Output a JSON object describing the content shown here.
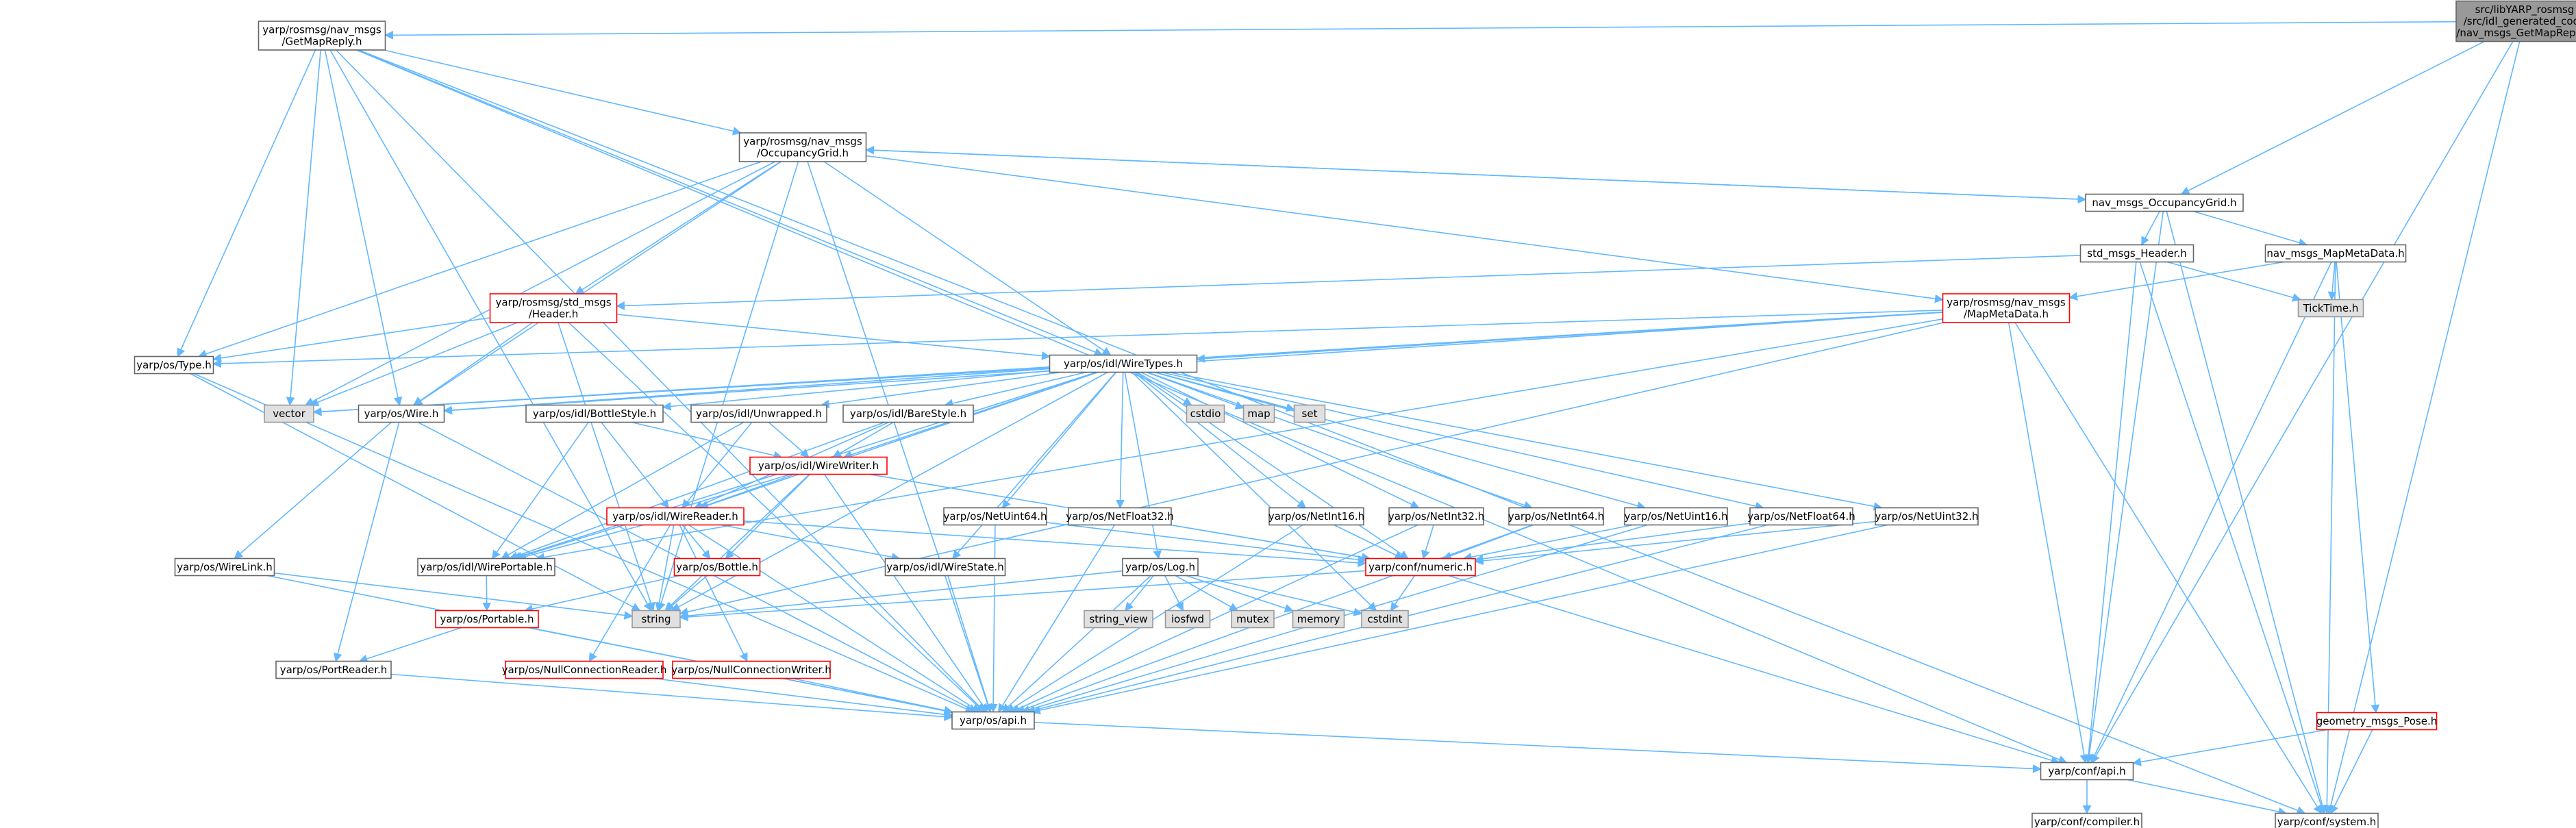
{
  "colors": {
    "edge": "#63b8ff",
    "root_fill": "#999999",
    "normal_border": "#666666",
    "red_border": "#ff0000",
    "system_fill": "#e0e0e0",
    "system_border": "#999999"
  },
  "nodes": [
    {
      "id": "root",
      "lines": [
        "src/libYARP_rosmsg",
        "/src/idl_generated_code",
        "/nav_msgs_GetMapReply.h"
      ],
      "style": "root"
    },
    {
      "id": "getmapreply",
      "lines": [
        "yarp/rosmsg/nav_msgs",
        "/GetMapReply.h"
      ],
      "style": "normal"
    },
    {
      "id": "occgrid",
      "lines": [
        "yarp/rosmsg/nav_msgs",
        "/OccupancyGrid.h"
      ],
      "style": "normal"
    },
    {
      "id": "navocc",
      "lines": [
        "nav_msgs_OccupancyGrid.h"
      ],
      "style": "normal"
    },
    {
      "id": "stdheader",
      "lines": [
        "std_msgs_Header.h"
      ],
      "style": "normal"
    },
    {
      "id": "navmeta",
      "lines": [
        "nav_msgs_MapMetaData.h"
      ],
      "style": "normal"
    },
    {
      "id": "ticktime",
      "lines": [
        "TickTime.h"
      ],
      "style": "system"
    },
    {
      "id": "rosheader",
      "lines": [
        "yarp/rosmsg/std_msgs",
        "/Header.h"
      ],
      "style": "red"
    },
    {
      "id": "rosmeta",
      "lines": [
        "yarp/rosmsg/nav_msgs",
        "/MapMetaData.h"
      ],
      "style": "red"
    },
    {
      "id": "type",
      "lines": [
        "yarp/os/Type.h"
      ],
      "style": "normal"
    },
    {
      "id": "wiretypes",
      "lines": [
        "yarp/os/idl/WireTypes.h"
      ],
      "style": "normal"
    },
    {
      "id": "vector",
      "lines": [
        "vector"
      ],
      "style": "system"
    },
    {
      "id": "wire",
      "lines": [
        "yarp/os/Wire.h"
      ],
      "style": "normal"
    },
    {
      "id": "cstdio",
      "lines": [
        "cstdio"
      ],
      "style": "system"
    },
    {
      "id": "map",
      "lines": [
        "map"
      ],
      "style": "system"
    },
    {
      "id": "set",
      "lines": [
        "set"
      ],
      "style": "system"
    },
    {
      "id": "bottlestyle",
      "lines": [
        "yarp/os/idl/BottleStyle.h"
      ],
      "style": "normal"
    },
    {
      "id": "unwrapped",
      "lines": [
        "yarp/os/idl/Unwrapped.h"
      ],
      "style": "normal"
    },
    {
      "id": "barestyle",
      "lines": [
        "yarp/os/idl/BareStyle.h"
      ],
      "style": "normal"
    },
    {
      "id": "wirewriter",
      "lines": [
        "yarp/os/idl/WireWriter.h"
      ],
      "style": "red"
    },
    {
      "id": "wirereader",
      "lines": [
        "yarp/os/idl/WireReader.h"
      ],
      "style": "red"
    },
    {
      "id": "netuint64",
      "lines": [
        "yarp/os/NetUint64.h"
      ],
      "style": "normal"
    },
    {
      "id": "netfloat32",
      "lines": [
        "yarp/os/NetFloat32.h"
      ],
      "style": "normal"
    },
    {
      "id": "netint16",
      "lines": [
        "yarp/os/NetInt16.h"
      ],
      "style": "normal"
    },
    {
      "id": "netint32",
      "lines": [
        "yarp/os/NetInt32.h"
      ],
      "style": "normal"
    },
    {
      "id": "netint64",
      "lines": [
        "yarp/os/NetInt64.h"
      ],
      "style": "normal"
    },
    {
      "id": "netuint16",
      "lines": [
        "yarp/os/NetUint16.h"
      ],
      "style": "normal"
    },
    {
      "id": "netfloat64",
      "lines": [
        "yarp/os/NetFloat64.h"
      ],
      "style": "normal"
    },
    {
      "id": "netuint32",
      "lines": [
        "yarp/os/NetUint32.h"
      ],
      "style": "normal"
    },
    {
      "id": "wirelink",
      "lines": [
        "yarp/os/WireLink.h"
      ],
      "style": "normal"
    },
    {
      "id": "wireportable",
      "lines": [
        "yarp/os/idl/WirePortable.h"
      ],
      "style": "normal"
    },
    {
      "id": "bottle",
      "lines": [
        "yarp/os/Bottle.h"
      ],
      "style": "red"
    },
    {
      "id": "wirestate",
      "lines": [
        "yarp/os/idl/WireState.h"
      ],
      "style": "normal"
    },
    {
      "id": "log",
      "lines": [
        "yarp/os/Log.h"
      ],
      "style": "normal"
    },
    {
      "id": "numeric",
      "lines": [
        "yarp/conf/numeric.h"
      ],
      "style": "red"
    },
    {
      "id": "string",
      "lines": [
        "string"
      ],
      "style": "system"
    },
    {
      "id": "string_view",
      "lines": [
        "string_view"
      ],
      "style": "system"
    },
    {
      "id": "iosfwd",
      "lines": [
        "iosfwd"
      ],
      "style": "system"
    },
    {
      "id": "mutex",
      "lines": [
        "mutex"
      ],
      "style": "system"
    },
    {
      "id": "memory",
      "lines": [
        "memory"
      ],
      "style": "system"
    },
    {
      "id": "cstdint",
      "lines": [
        "cstdint"
      ],
      "style": "system"
    },
    {
      "id": "portable",
      "lines": [
        "yarp/os/Portable.h"
      ],
      "style": "red"
    },
    {
      "id": "portreader",
      "lines": [
        "yarp/os/PortReader.h"
      ],
      "style": "normal"
    },
    {
      "id": "nullconnreader",
      "lines": [
        "yarp/os/NullConnectionReader.h"
      ],
      "style": "red"
    },
    {
      "id": "nullconnwriter",
      "lines": [
        "yarp/os/NullConnectionWriter.h"
      ],
      "style": "red"
    },
    {
      "id": "osapi",
      "lines": [
        "yarp/os/api.h"
      ],
      "style": "normal"
    },
    {
      "id": "geopose",
      "lines": [
        "geometry_msgs_Pose.h"
      ],
      "style": "red"
    },
    {
      "id": "confapi",
      "lines": [
        "yarp/conf/api.h"
      ],
      "style": "normal"
    },
    {
      "id": "compiler",
      "lines": [
        "yarp/conf/compiler.h"
      ],
      "style": "normal"
    },
    {
      "id": "system",
      "lines": [
        "yarp/conf/system.h"
      ],
      "style": "normal"
    }
  ],
  "edges": [
    [
      "root",
      "getmapreply"
    ],
    [
      "root",
      "navocc"
    ],
    [
      "root",
      "confapi"
    ],
    [
      "root",
      "system"
    ],
    [
      "getmapreply",
      "occgrid"
    ],
    [
      "getmapreply",
      "type"
    ],
    [
      "getmapreply",
      "wiretypes"
    ],
    [
      "getmapreply",
      "vector"
    ],
    [
      "getmapreply",
      "wire"
    ],
    [
      "getmapreply",
      "string"
    ],
    [
      "getmapreply",
      "confapi"
    ],
    [
      "getmapreply",
      "system"
    ],
    [
      "getmapreply",
      "osapi"
    ],
    [
      "occgrid",
      "rosheader"
    ],
    [
      "occgrid",
      "rosmeta"
    ],
    [
      "occgrid",
      "type"
    ],
    [
      "occgrid",
      "wiretypes"
    ],
    [
      "occgrid",
      "vector"
    ],
    [
      "occgrid",
      "wire"
    ],
    [
      "occgrid",
      "string"
    ],
    [
      "occgrid",
      "navocc"
    ],
    [
      "occgrid",
      "osapi"
    ],
    [
      "navocc",
      "stdheader"
    ],
    [
      "navocc",
      "navmeta"
    ],
    [
      "navocc",
      "confapi"
    ],
    [
      "navocc",
      "system"
    ],
    [
      "navocc",
      "occgrid"
    ],
    [
      "stdheader",
      "ticktime"
    ],
    [
      "stdheader",
      "rosheader"
    ],
    [
      "stdheader",
      "confapi"
    ],
    [
      "stdheader",
      "system"
    ],
    [
      "navmeta",
      "ticktime"
    ],
    [
      "navmeta",
      "rosmeta"
    ],
    [
      "navmeta",
      "geopose"
    ],
    [
      "navmeta",
      "confapi"
    ],
    [
      "navmeta",
      "system"
    ],
    [
      "rosheader",
      "type"
    ],
    [
      "rosheader",
      "wiretypes"
    ],
    [
      "rosheader",
      "vector"
    ],
    [
      "rosheader",
      "wire"
    ],
    [
      "rosheader",
      "string"
    ],
    [
      "rosheader",
      "osapi"
    ],
    [
      "rosmeta",
      "type"
    ],
    [
      "rosmeta",
      "wiretypes"
    ],
    [
      "rosmeta",
      "vector"
    ],
    [
      "rosmeta",
      "wire"
    ],
    [
      "rosmeta",
      "string"
    ],
    [
      "rosmeta",
      "confapi"
    ],
    [
      "rosmeta",
      "system"
    ],
    [
      "rosmeta",
      "wireportable"
    ],
    [
      "type",
      "string"
    ],
    [
      "type",
      "osapi"
    ],
    [
      "wiretypes",
      "vector"
    ],
    [
      "wiretypes",
      "wire"
    ],
    [
      "wiretypes",
      "cstdio"
    ],
    [
      "wiretypes",
      "map"
    ],
    [
      "wiretypes",
      "set"
    ],
    [
      "wiretypes",
      "bottlestyle"
    ],
    [
      "wiretypes",
      "unwrapped"
    ],
    [
      "wiretypes",
      "barestyle"
    ],
    [
      "wiretypes",
      "wirewriter"
    ],
    [
      "wiretypes",
      "wirereader"
    ],
    [
      "wiretypes",
      "netuint64"
    ],
    [
      "wiretypes",
      "netfloat32"
    ],
    [
      "wiretypes",
      "netint16"
    ],
    [
      "wiretypes",
      "netint32"
    ],
    [
      "wiretypes",
      "netint64"
    ],
    [
      "wiretypes",
      "netuint16"
    ],
    [
      "wiretypes",
      "netfloat64"
    ],
    [
      "wiretypes",
      "netuint32"
    ],
    [
      "wiretypes",
      "wireportable"
    ],
    [
      "wiretypes",
      "wirestate"
    ],
    [
      "wiretypes",
      "log"
    ],
    [
      "wiretypes",
      "string"
    ],
    [
      "wiretypes",
      "cstdint"
    ],
    [
      "wiretypes",
      "numeric"
    ],
    [
      "wire",
      "wirelink"
    ],
    [
      "wire",
      "portreader"
    ],
    [
      "wire",
      "osapi"
    ],
    [
      "wirelink",
      "osapi"
    ],
    [
      "wirelink",
      "string"
    ],
    [
      "bottlestyle",
      "wirewriter"
    ],
    [
      "bottlestyle",
      "wirereader"
    ],
    [
      "bottlestyle",
      "wireportable"
    ],
    [
      "unwrapped",
      "wirewriter"
    ],
    [
      "unwrapped",
      "wirereader"
    ],
    [
      "unwrapped",
      "wireportable"
    ],
    [
      "barestyle",
      "wirewriter"
    ],
    [
      "barestyle",
      "wirereader"
    ],
    [
      "barestyle",
      "wireportable"
    ],
    [
      "wirewriter",
      "wirereader"
    ],
    [
      "wirewriter",
      "wireportable"
    ],
    [
      "wirewriter",
      "bottle"
    ],
    [
      "wirewriter",
      "numeric"
    ],
    [
      "wirewriter",
      "string"
    ],
    [
      "wirewriter",
      "osapi"
    ],
    [
      "wirereader",
      "wireportable"
    ],
    [
      "wirereader",
      "bottle"
    ],
    [
      "wirereader",
      "wirestate"
    ],
    [
      "wirereader",
      "numeric"
    ],
    [
      "wirereader",
      "string"
    ],
    [
      "wirereader",
      "nullconnreader"
    ],
    [
      "wirereader",
      "nullconnwriter"
    ],
    [
      "wirereader",
      "osapi"
    ],
    [
      "wireportable",
      "portable"
    ],
    [
      "bottle",
      "portable"
    ],
    [
      "bottle",
      "string"
    ],
    [
      "portable",
      "portreader"
    ],
    [
      "portable",
      "osapi"
    ],
    [
      "portreader",
      "osapi"
    ],
    [
      "nullconnreader",
      "osapi"
    ],
    [
      "nullconnwriter",
      "osapi"
    ],
    [
      "wirestate",
      "osapi"
    ],
    [
      "netuint64",
      "osapi"
    ],
    [
      "netuint64",
      "numeric"
    ],
    [
      "netfloat32",
      "osapi"
    ],
    [
      "netfloat32",
      "numeric"
    ],
    [
      "netint16",
      "osapi"
    ],
    [
      "netint16",
      "numeric"
    ],
    [
      "netint32",
      "osapi"
    ],
    [
      "netint32",
      "numeric"
    ],
    [
      "netint64",
      "osapi"
    ],
    [
      "netint64",
      "numeric"
    ],
    [
      "netuint16",
      "osapi"
    ],
    [
      "netuint16",
      "numeric"
    ],
    [
      "netfloat64",
      "osapi"
    ],
    [
      "netfloat64",
      "numeric"
    ],
    [
      "netuint32",
      "osapi"
    ],
    [
      "netuint32",
      "numeric"
    ],
    [
      "log",
      "osapi"
    ],
    [
      "log",
      "string_view"
    ],
    [
      "log",
      "iosfwd"
    ],
    [
      "log",
      "mutex"
    ],
    [
      "log",
      "memory"
    ],
    [
      "log",
      "cstdint"
    ],
    [
      "log",
      "string"
    ],
    [
      "numeric",
      "cstdint"
    ],
    [
      "numeric",
      "string"
    ],
    [
      "numeric",
      "confapi"
    ],
    [
      "osapi",
      "confapi"
    ],
    [
      "geopose",
      "confapi"
    ],
    [
      "geopose",
      "system"
    ],
    [
      "confapi",
      "compiler"
    ],
    [
      "confapi",
      "system"
    ]
  ]
}
